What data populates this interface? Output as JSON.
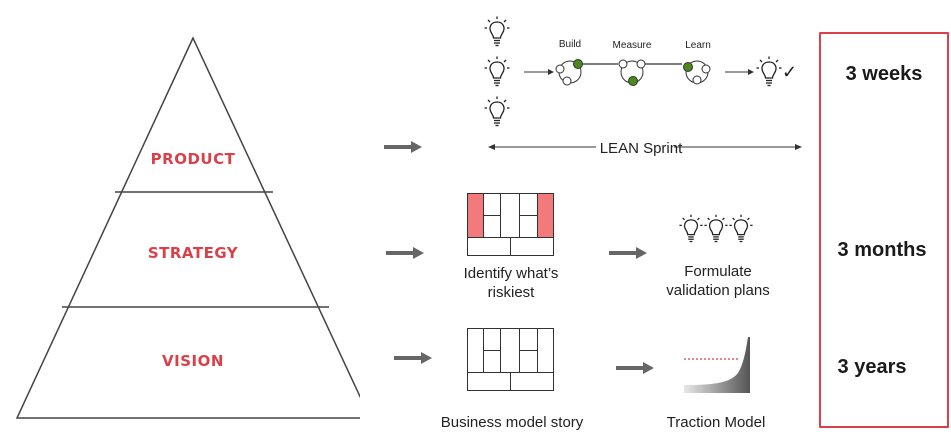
{
  "pyramid": {
    "levels": [
      "PRODUCT",
      "STRATEGY",
      "VISION"
    ]
  },
  "sprint": {
    "steps": [
      "Build",
      "Measure",
      "Learn"
    ],
    "label": "LEAN Sprint",
    "check": "✓"
  },
  "strategy_row": {
    "canvas_caption": "Identify what’s riskiest",
    "plans_caption": "Formulate validation plans"
  },
  "vision_row": {
    "canvas_caption": "Business model story",
    "traction_caption": "Traction Model"
  },
  "timeframes": [
    "3 weeks",
    "3 months",
    "3 years"
  ],
  "colors": {
    "accent": "#d9414a",
    "risk_fill": "#f27a7a",
    "node_green": "#4a8a1a",
    "arrow_gray": "#666666",
    "frame_red": "#d9414a"
  },
  "icons": [
    "lightbulb-icon",
    "arrow-right-icon",
    "double-arrow-icon",
    "business-canvas-icon",
    "traction-curve-icon",
    "check-icon"
  ]
}
